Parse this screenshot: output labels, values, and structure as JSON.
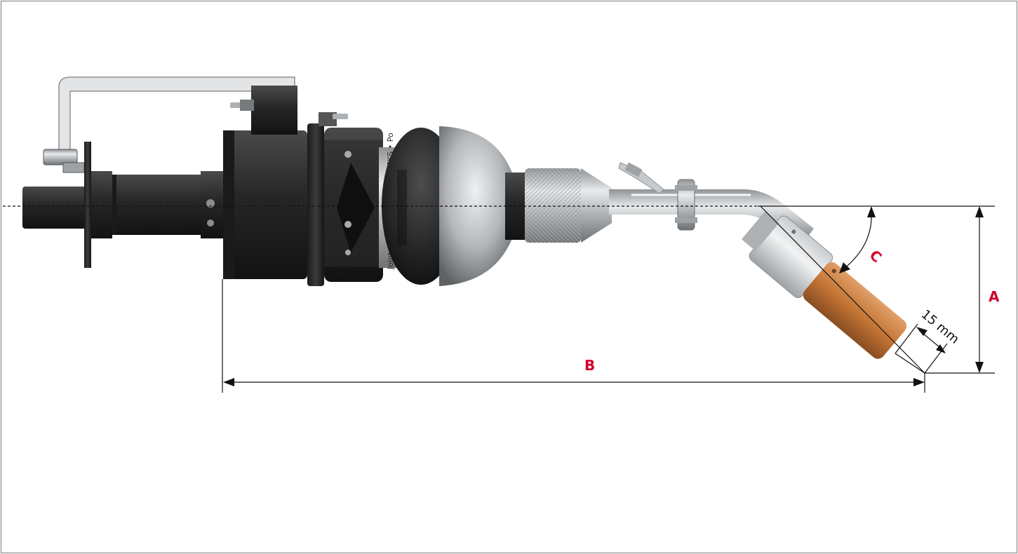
{
  "labels": {
    "a": "A",
    "b": "B",
    "c": "C",
    "offset": "15 mm",
    "sleeve_text": "Joint • SKS • Power Joint • SKS • Po"
  },
  "colors": {
    "label": "#d4002a",
    "line": "#111111",
    "frame": "#8c8c8c",
    "body_black": "#262626",
    "steel": "#b9bcbf",
    "copper": "#c67a3e"
  }
}
